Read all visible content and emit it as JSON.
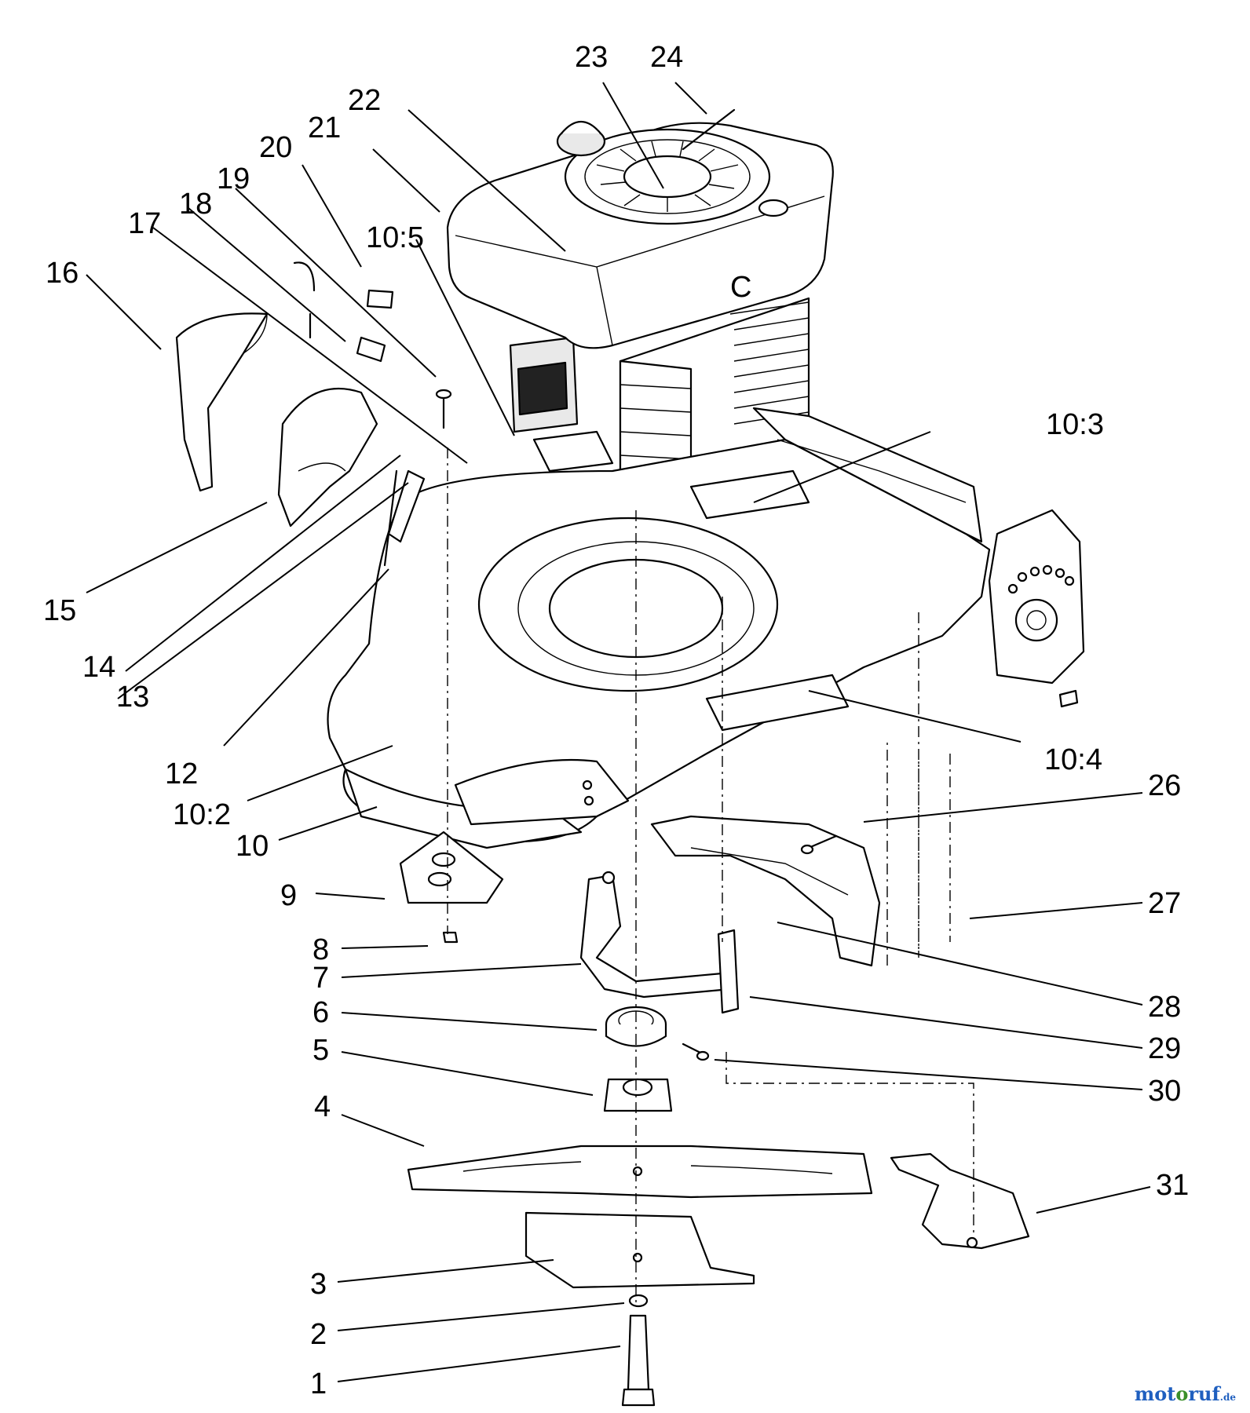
{
  "callouts": {
    "c1": "1",
    "c2": "2",
    "c3": "3",
    "c4": "4",
    "c5": "5",
    "c6": "6",
    "c7": "7",
    "c8": "8",
    "c9": "9",
    "c10": "10",
    "c10_2": "10:2",
    "c10_3": "10:3",
    "c10_4": "10:4",
    "c10_5": "10:5",
    "c12": "12",
    "c13": "13",
    "c14": "14",
    "c15": "15",
    "c16": "16",
    "c17": "17",
    "c18": "18",
    "c19": "19",
    "c20": "20",
    "c21": "21",
    "c22": "22",
    "c23": "23",
    "c24": "24",
    "c26": "26",
    "c27": "27",
    "c28": "28",
    "c29": "29",
    "c30": "30",
    "c31": "31"
  },
  "engine_mark": "C",
  "watermark": {
    "part1": "mot",
    "part2": "o",
    "part3": "ruf",
    "suffix": ".de"
  }
}
